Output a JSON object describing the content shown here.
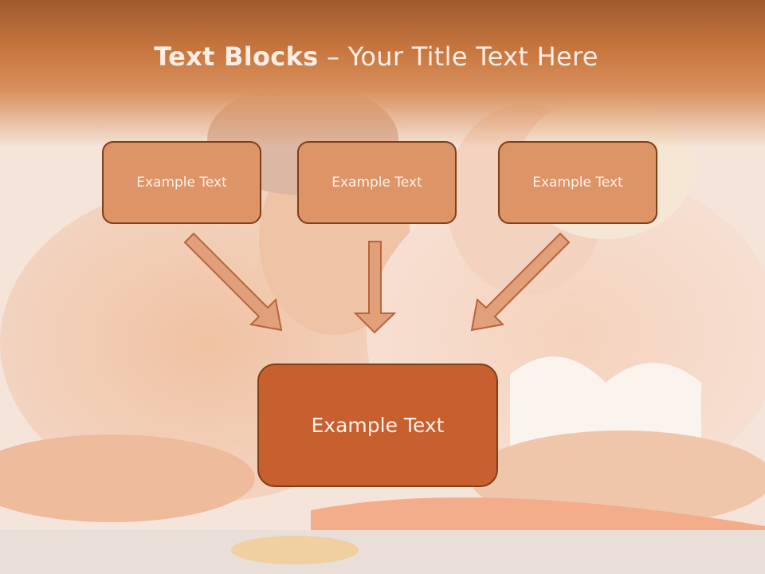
{
  "slide": {
    "title_bold": "Text Blocks",
    "title_rest": " – Your Title Text Here"
  },
  "boxes": {
    "left": "Example Text",
    "center": "Example Text",
    "right": "Example Text",
    "result": "Example Text"
  },
  "colors": {
    "small_box_fill": "#dd9467",
    "big_box_fill": "#c85f2f",
    "border": "#7c3f1a",
    "arrow_fill": "#e2a07a",
    "header_band": "#c9773f"
  }
}
